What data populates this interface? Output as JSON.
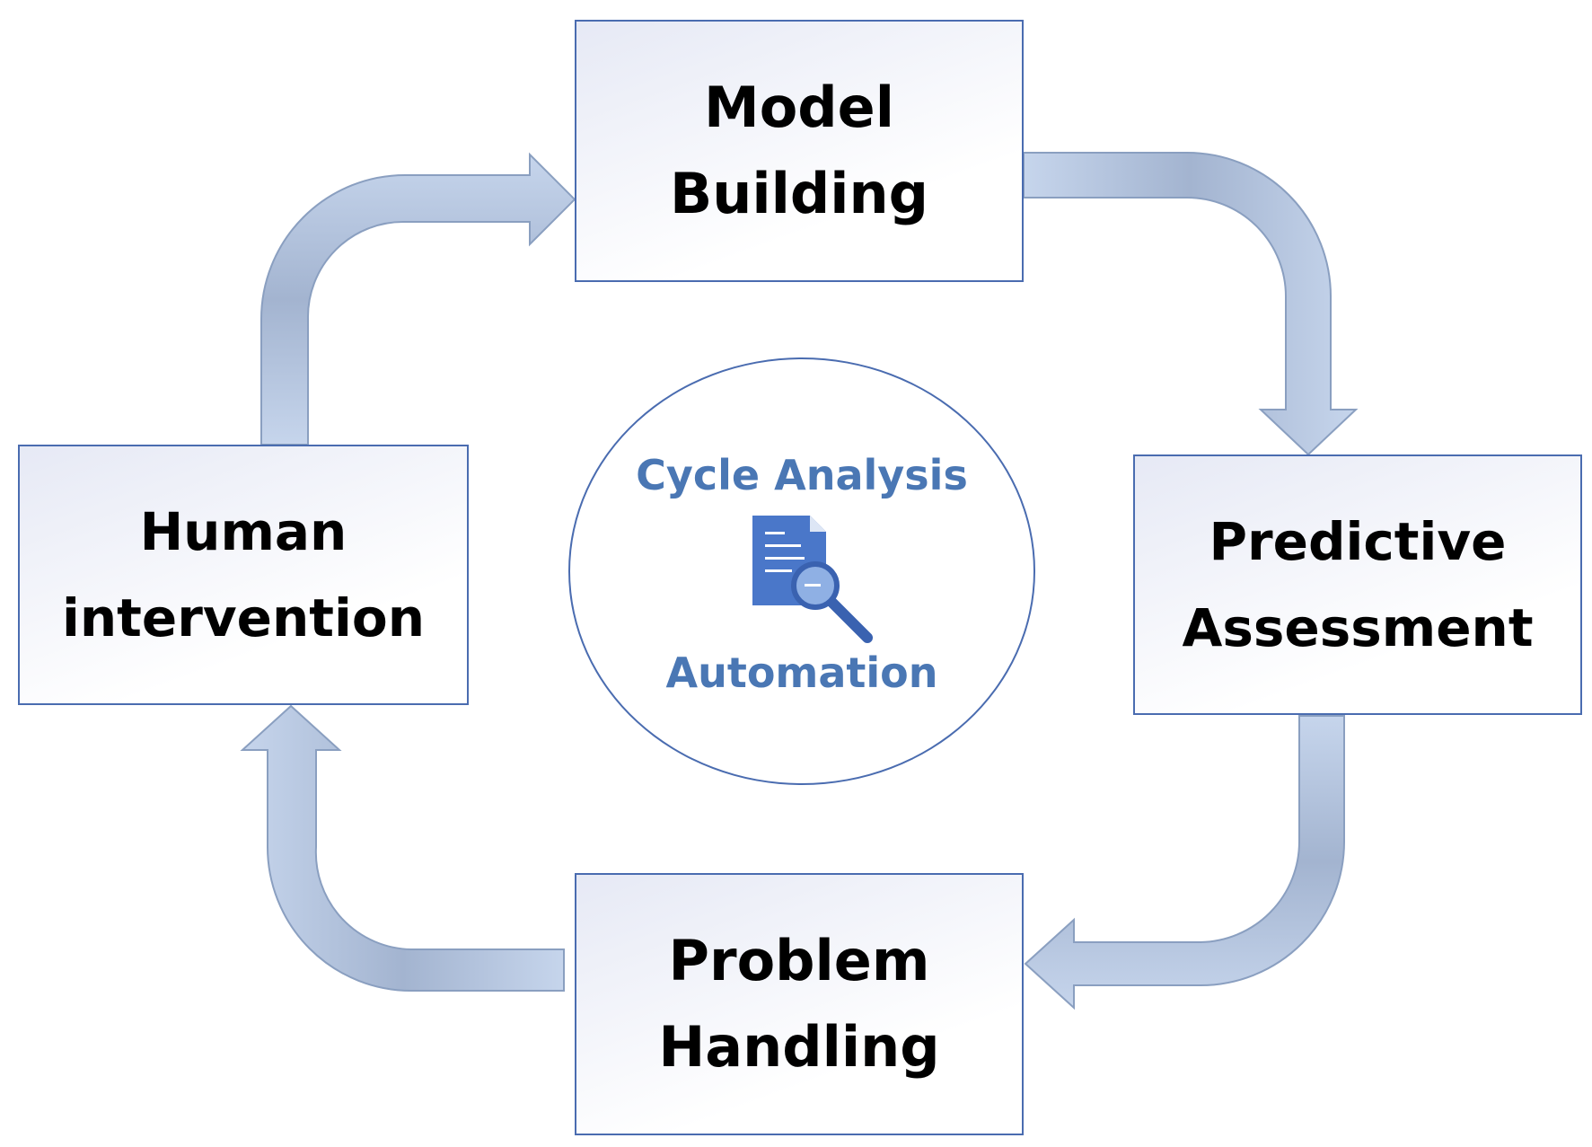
{
  "steps": {
    "model_building": {
      "lines": [
        "Model",
        "Building"
      ]
    },
    "predictive_assessment": {
      "lines": [
        "Predictive",
        "Assessment"
      ]
    },
    "problem_handling": {
      "lines": [
        "Problem",
        "Handling"
      ]
    },
    "human_intervention": {
      "lines": [
        "Human",
        "intervention"
      ]
    }
  },
  "center": {
    "top_label": "Cycle Analysis",
    "bottom_label": "Automation",
    "icon": "document-search-icon"
  },
  "colors": {
    "box_border": "#4a6cb0",
    "arrow_fill": "#a9bcd8",
    "arrow_border": "#8a9fc0",
    "center_text": "#4a77b4",
    "icon_blue": "#4a77c9"
  }
}
